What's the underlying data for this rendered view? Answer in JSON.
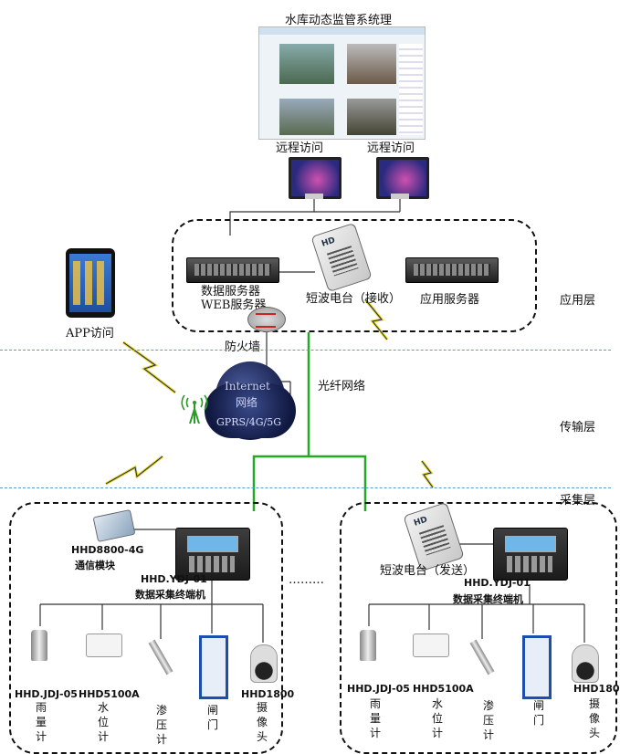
{
  "title": "水库动态监管系统理",
  "top": {
    "remote1": "远程访问",
    "remote2": "远程访问"
  },
  "app_layer": {
    "server_data_line1": "数据服务器",
    "server_data_line2": "WEB服务器",
    "radio_receive": "短波电台（接收）",
    "app_server": "应用服务器",
    "firewall": "防火墙"
  },
  "app_access": "APP访问",
  "transport": {
    "internet_line1": "Internet",
    "internet_line2": "网络",
    "gprs": "GPRS/4G/5G",
    "fiber": "光纤网络"
  },
  "layers": {
    "application": "应用层",
    "transport": "传输层",
    "collection": "采集层"
  },
  "left_station": {
    "module_line1": "HHD8800-4G",
    "module_line2": "通信模块",
    "terminal_line1": "HHD.YDJ-01",
    "terminal_line2": "数据采集终端机",
    "dots": "………",
    "devices": [
      {
        "model": "HHD.JDJ-05",
        "name": "雨量计"
      },
      {
        "model": "HHD5100A",
        "name": "水位计"
      },
      {
        "model": "",
        "name": "渗压计"
      },
      {
        "model": "",
        "name": "闸门"
      },
      {
        "model": "HHD1800",
        "name": "摄像头"
      }
    ]
  },
  "right_station": {
    "radio_send": "短波电台（发送）",
    "terminal_line1": "HHD.YDJ-01",
    "terminal_line2": "数据采集终端机",
    "devices": [
      {
        "model": "HHD.JDJ-05",
        "name": "雨量计"
      },
      {
        "model": "HHD5100A",
        "name": "水位计"
      },
      {
        "model": "",
        "name": "渗压计"
      },
      {
        "model": "",
        "name": "闸门"
      },
      {
        "model": "HHD180",
        "name": "摄像头"
      }
    ]
  }
}
